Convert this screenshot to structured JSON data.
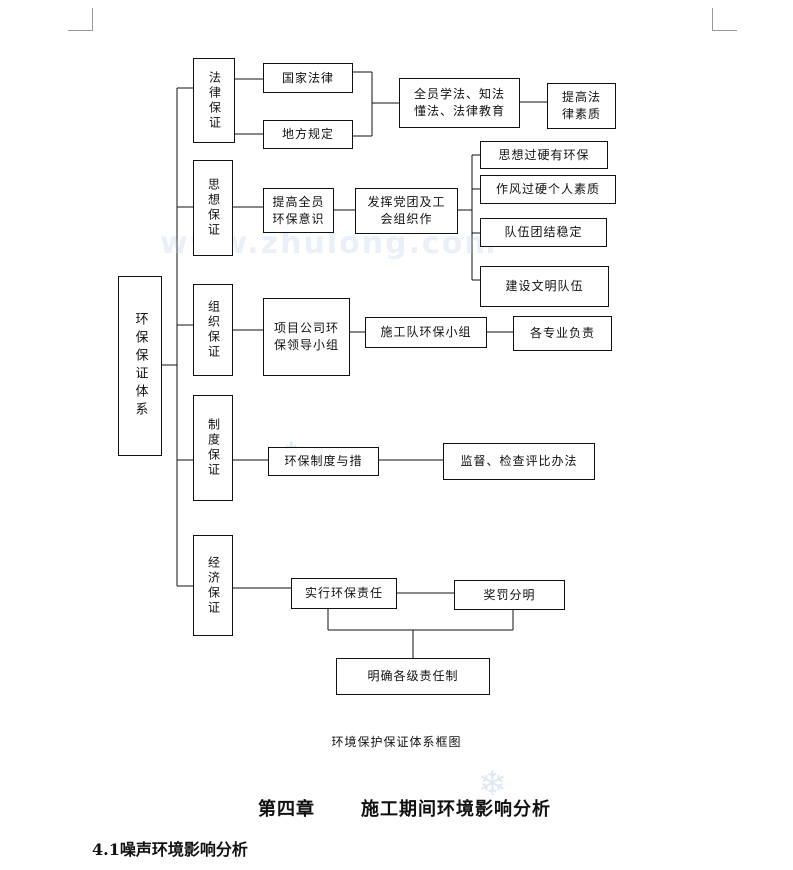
{
  "diagram": {
    "root": "环保保证体系",
    "branches": [
      {
        "label": "法律保证"
      },
      {
        "label": "思想保证"
      },
      {
        "label": "组织保证"
      },
      {
        "label": "制度保证"
      },
      {
        "label": "经济保证"
      }
    ],
    "legal": {
      "national_law": "国家法律",
      "local_rules": "地方规定",
      "education": "全员学法、知法懂法、法律教育",
      "quality": "提高法律素质"
    },
    "ideology": {
      "awareness": "提高全员环保意识",
      "party_union": "发挥党团及工会组织作",
      "items": [
        "思想过硬有环保",
        "作风过硬个人素质",
        "队伍团结稳定",
        "建设文明队伍"
      ]
    },
    "organization": {
      "leading_group": "项目公司环保领导小组",
      "team_group": "施工队环保小组",
      "specialty": "各专业负责"
    },
    "system": {
      "measures": "环保制度与措",
      "supervision": "监督、检查评比办法"
    },
    "economic": {
      "responsibility": "实行环保责任",
      "reward": "奖罚分明",
      "clarify": "明确各级责任制"
    }
  },
  "caption": "环境保护保证体系框图",
  "chapter": {
    "number": "第四章",
    "title": "施工期间环境影响分析"
  },
  "section": "4.1噪声环境影响分析"
}
